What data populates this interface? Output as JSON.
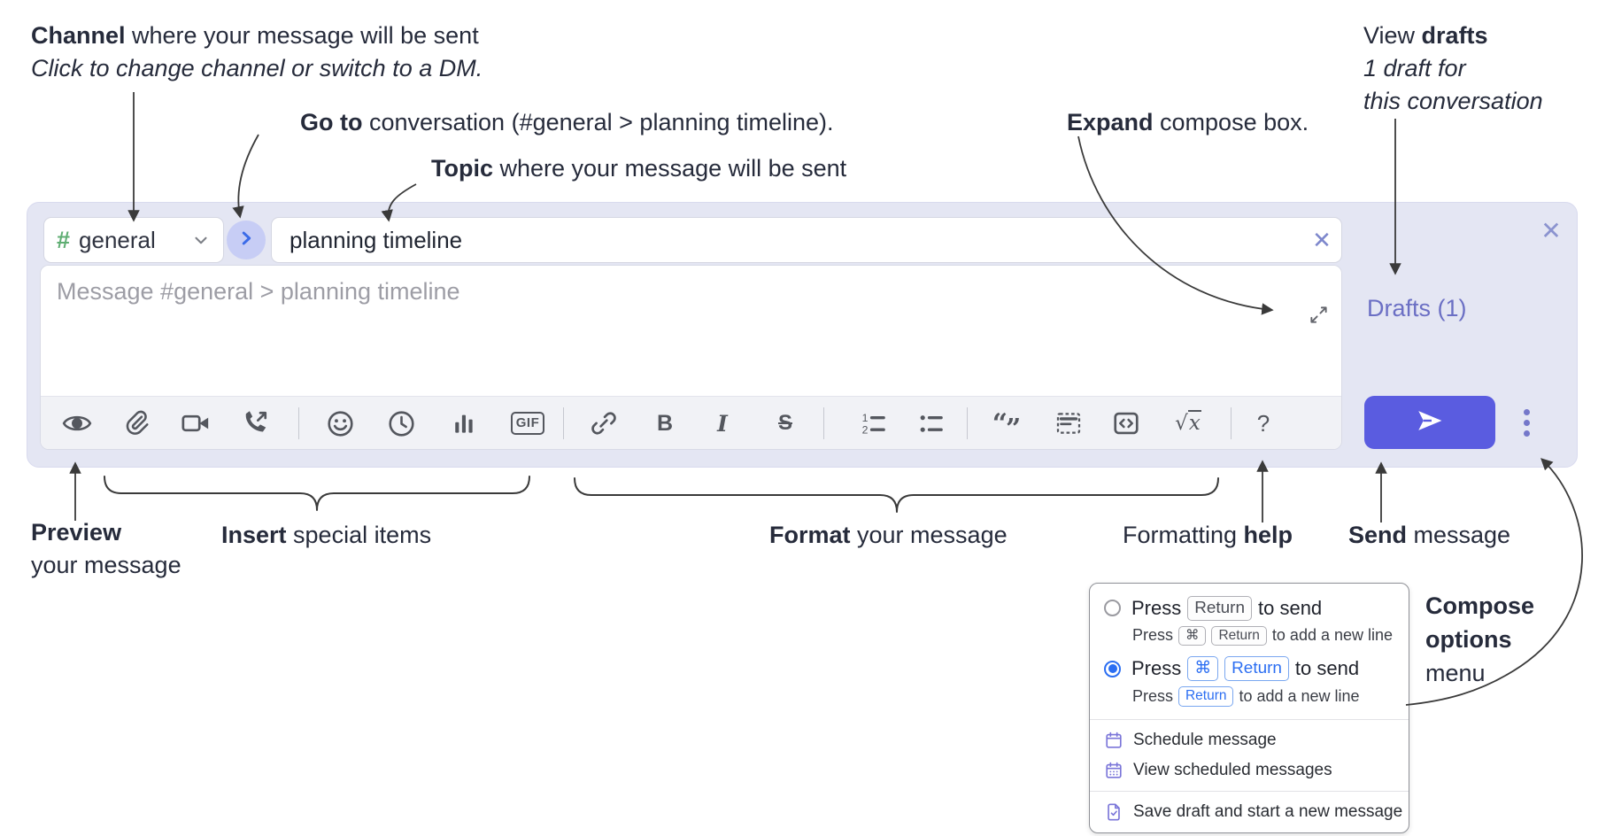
{
  "annotations": {
    "channel_label": {
      "bold": "Channel",
      "rest": " where your message will be sent"
    },
    "channel_sub": "Click to change channel or switch to a DM.",
    "goto": {
      "bold": "Go to",
      "rest": " conversation (#general > planning timeline)."
    },
    "topic": {
      "bold": "Topic",
      "rest": " where your message will be sent"
    },
    "expand": {
      "bold": "Expand",
      "rest": " compose box."
    },
    "view_drafts": {
      "pre": "View ",
      "bold": "drafts",
      "line2": "1 draft for",
      "line3": "this conversation"
    },
    "preview": {
      "bold": "Preview",
      "line2": "your message"
    },
    "insert": {
      "bold": "Insert",
      "rest": " special items"
    },
    "format": {
      "bold": "Format",
      "rest": " your message"
    },
    "formatting_help": {
      "pre": "Formatting ",
      "bold": "help"
    },
    "send": {
      "bold": "Send",
      "rest": " message"
    },
    "compose_options": {
      "line1": "Compose",
      "line2": "options",
      "line3": "menu"
    }
  },
  "compose": {
    "channel": {
      "hash": "#",
      "name": "general"
    },
    "topic_value": "planning timeline",
    "message_placeholder": "Message #general > planning timeline",
    "drafts_link": "Drafts (1)",
    "clear_x": "✕",
    "close_x": "✕",
    "toolbar_text_icons": {
      "bold": "B",
      "italic": "I",
      "strike": "S",
      "gif": "GIF",
      "quote_open": "“",
      "quote_close": "”",
      "math_root": "√",
      "math_var": "x",
      "help": "?"
    },
    "toolbar_icon_names": [
      "preview",
      "attach-file",
      "video-call",
      "audio-call",
      "emoji",
      "time",
      "poll",
      "gif",
      "link",
      "bold",
      "italic",
      "strikethrough",
      "numbered-list",
      "bulleted-list",
      "quote",
      "spoiler",
      "code",
      "math",
      "help"
    ]
  },
  "options_menu": {
    "option1": {
      "press": "Press",
      "key": "Return",
      "rest": "to send"
    },
    "option1_sub": {
      "press": "Press",
      "key1": "⌘",
      "key2": "Return",
      "rest": "to add a new line"
    },
    "option2": {
      "press": "Press",
      "key1": "⌘",
      "key2": "Return",
      "rest": "to send"
    },
    "option2_sub": {
      "press": "Press",
      "key": "Return",
      "rest": "to add a new line"
    },
    "items": [
      "Schedule message",
      "View scheduled messages",
      "Save draft and start a new message"
    ]
  },
  "colors": {
    "send_button": "#5a5ce0",
    "compose_bg": "#e4e6f3",
    "drafts_link": "#6b6fc4",
    "hash_green": "#5fae73",
    "goto_chevron_blue": "#3b6be8",
    "keycap_blue": "#2b6ef2",
    "menu_icon_purple": "#7b76d9"
  }
}
